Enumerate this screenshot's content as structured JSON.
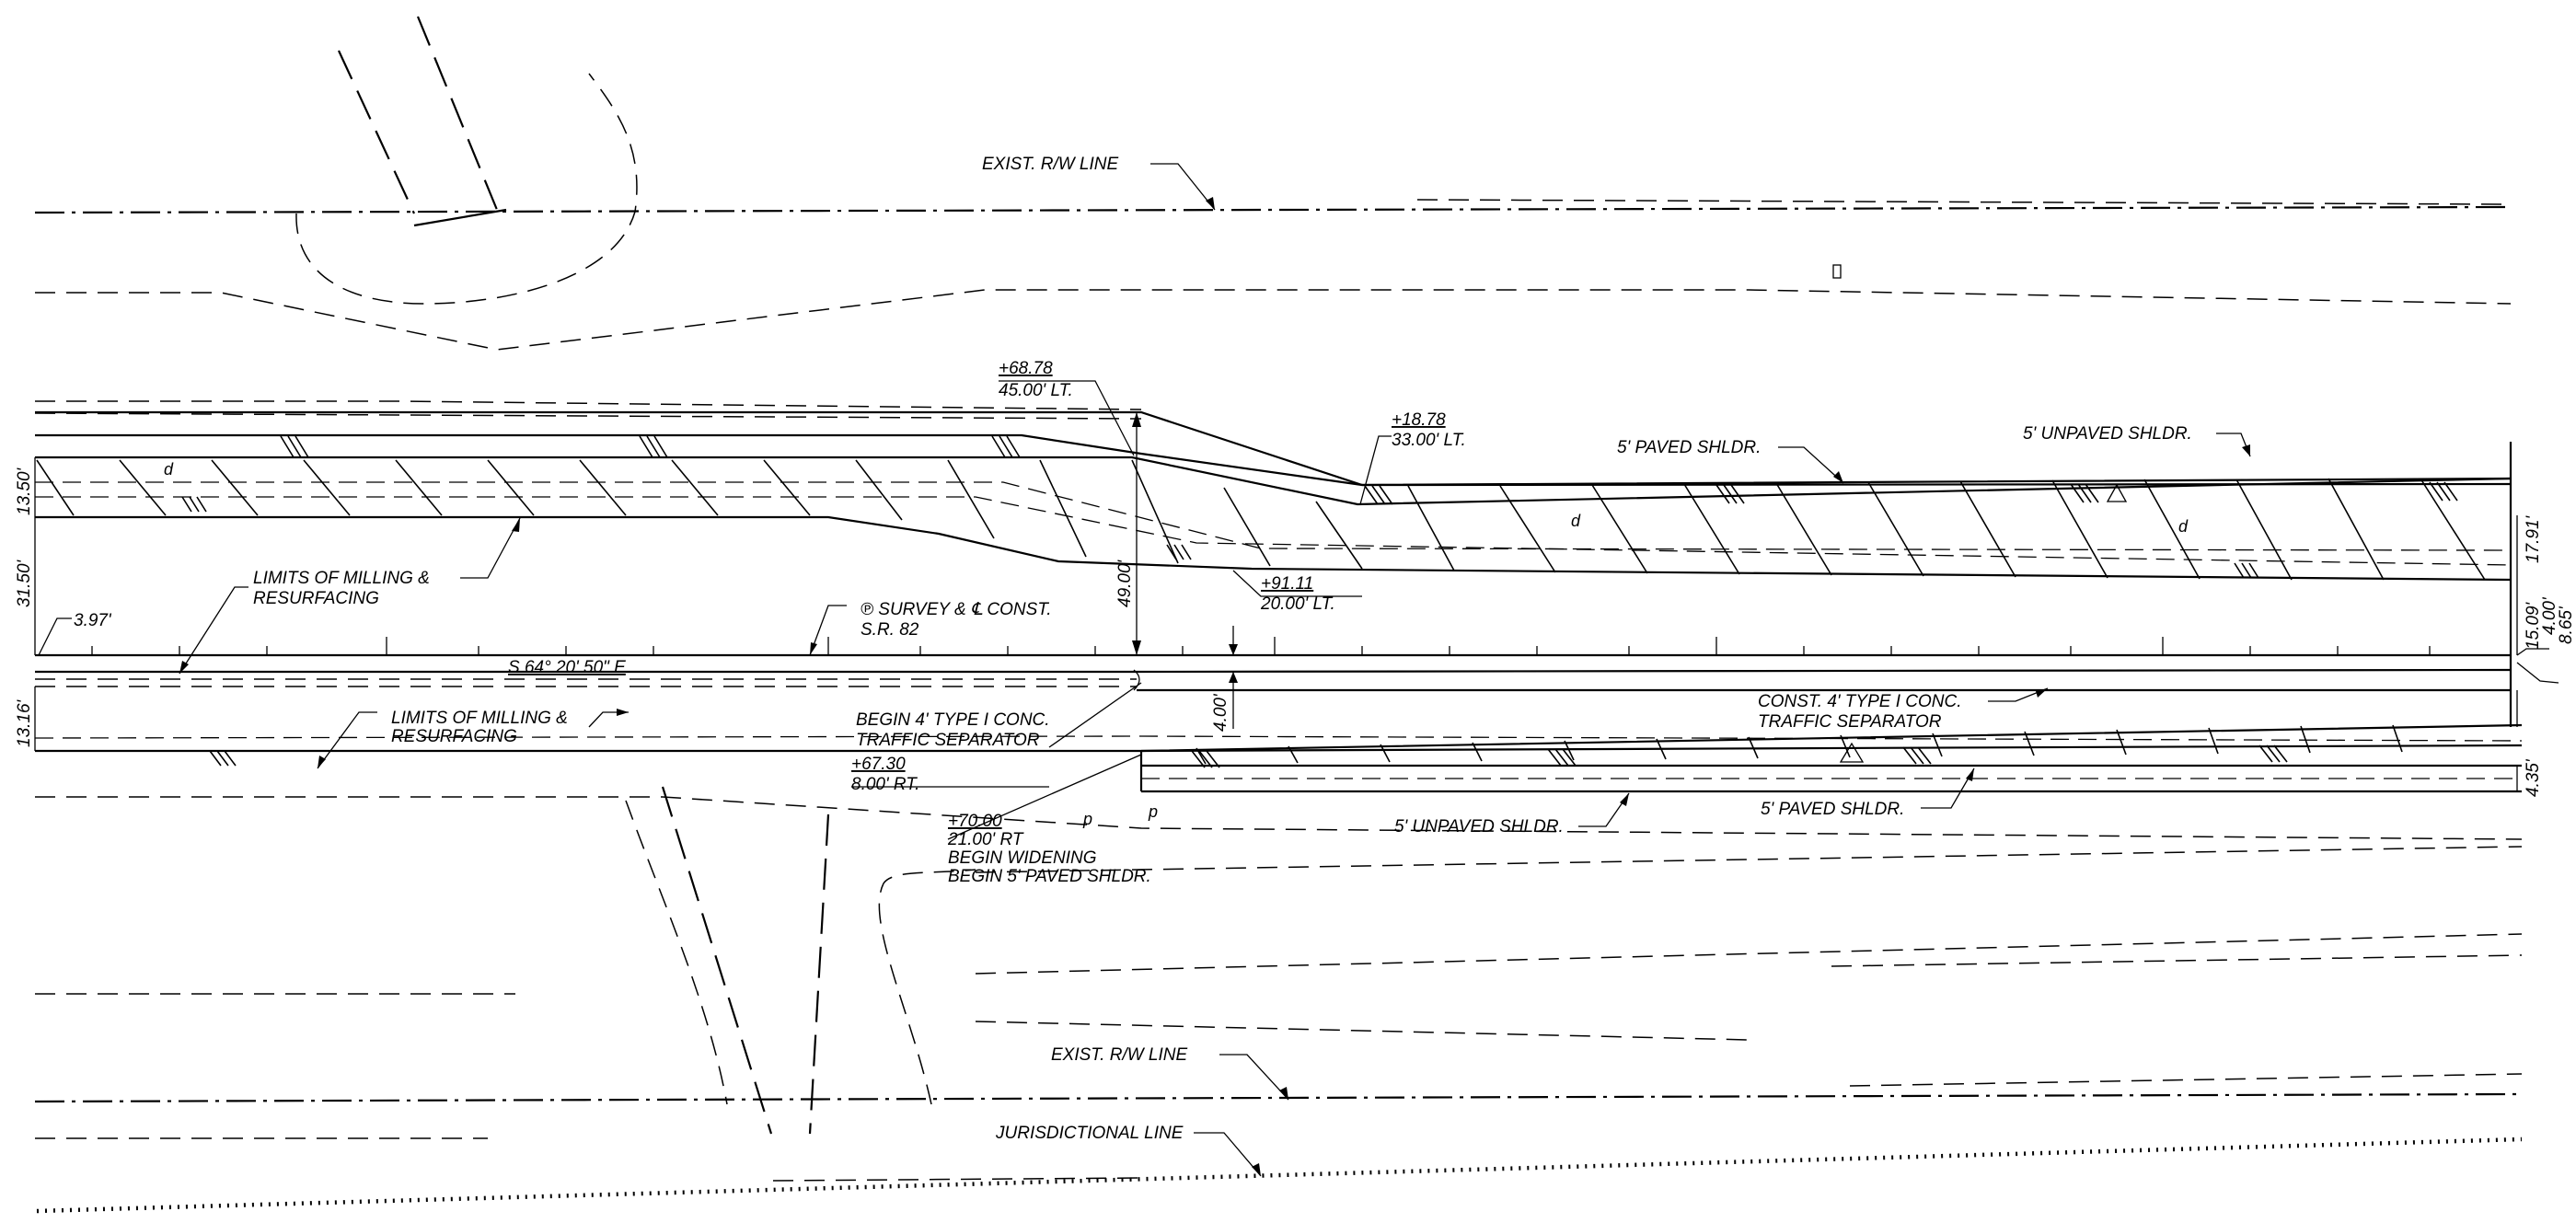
{
  "labels": {
    "exist_rw_top": "EXIST. R/W LINE",
    "exist_rw_bottom": "EXIST. R/W LINE",
    "jurisdictional": "JURISDICTIONAL LINE",
    "unpaved_shldr_top": "5' UNPAVED SHLDR.",
    "paved_shldr_top": "5' PAVED SHLDR.",
    "unpaved_shldr_bottom": "5' UNPAVED SHLDR.",
    "paved_shldr_bottom": "5' PAVED SHLDR.",
    "limits_top_1": "LIMITS OF MILLING &",
    "limits_top_2": "RESURFACING",
    "limits_bottom_1": "LIMITS OF MILLING &",
    "limits_bottom_2": "RESURFACING",
    "survey_1": "℗ SURVEY & ℄ CONST.",
    "survey_2": "S.R. 82",
    "bearing": "S 64° 20' 50\" E",
    "begin_sep_1": "BEGIN 4' TYPE I CONC.",
    "begin_sep_2": "TRAFFIC SEPARATOR",
    "const_sep_1": "CONST. 4' TYPE I CONC.",
    "const_sep_2": "TRAFFIC SEPARATOR",
    "sta_6878": "+68.78",
    "off_45lt": "45.00' LT.",
    "sta_1878": "+18.78",
    "off_33lt": "33.00' LT.",
    "sta_9111": "+91.11",
    "off_20lt": "20.00' LT.",
    "sta_6730": "+67.30",
    "off_8rt": "8.00' RT.",
    "sta_7000": "+70.00",
    "off_21rt": "21.00' RT",
    "begin_widening": "BEGIN WIDENING",
    "begin_paved": "BEGIN 5' PAVED SHLDR.",
    "mark_d": "d",
    "mark_p": "p"
  },
  "dimensions": {
    "d_1350": "13.50'",
    "d_3150": "31.50'",
    "d_397": "3.97'",
    "d_1316": "13.16'",
    "d_4900": "49.00'",
    "d_400": "4.00'",
    "d_1791": "17.91'",
    "d_1509": "15.09'",
    "d_400r": "4.00'",
    "d_865": "8.65'",
    "d_435": "4.35'"
  },
  "colors": {
    "ink": "#000000",
    "paper": "#ffffff"
  }
}
